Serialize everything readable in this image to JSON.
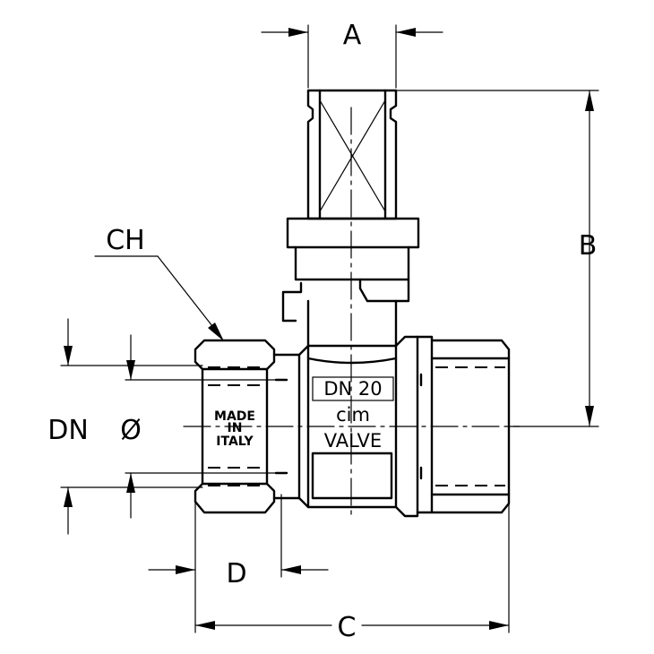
{
  "dimensions": {
    "A": "A",
    "B": "B",
    "C": "C",
    "D": "D",
    "CH": "CH",
    "DN": "DN",
    "diameter": "Ø"
  },
  "body_markings": {
    "size": "DN  20",
    "brand": "cim",
    "type": "VALVE"
  },
  "hex_markings": {
    "line1": "MADE",
    "line2": "IN",
    "line3": "ITALY"
  }
}
